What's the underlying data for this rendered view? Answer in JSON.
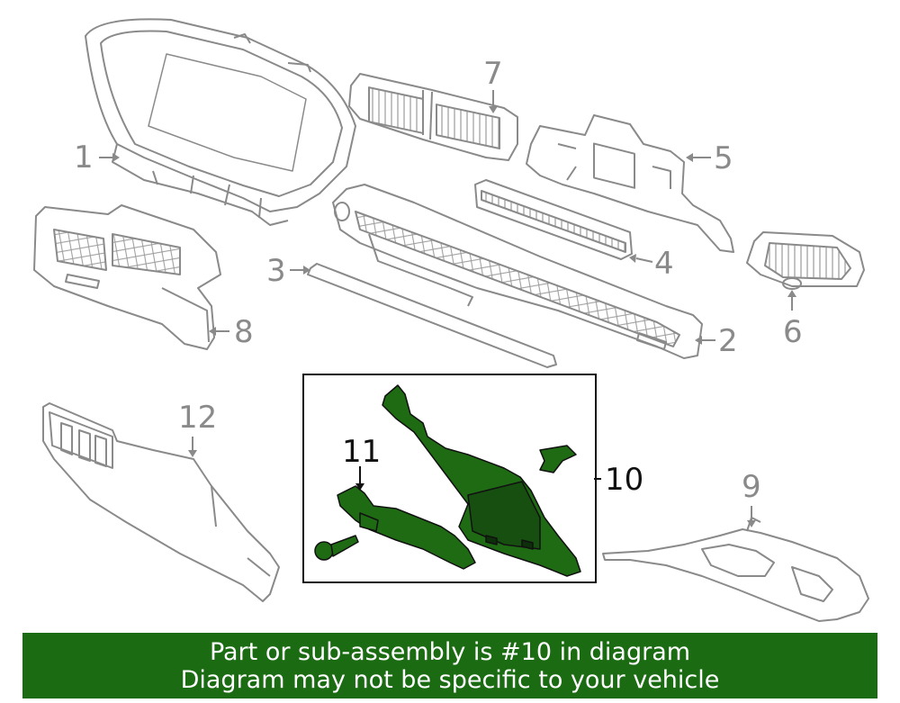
{
  "callouts": {
    "c1": "1",
    "c2": "2",
    "c3": "3",
    "c4": "4",
    "c5": "5",
    "c6": "6",
    "c7": "7",
    "c8": "8",
    "c9": "9",
    "c10": "10",
    "c11": "11",
    "c12": "12"
  },
  "banner": {
    "line1": "Part or sub-assembly is #10 in diagram",
    "line2": "Diagram may not be specific to your vehicle"
  },
  "colors": {
    "part_outline": "#8a8a8a",
    "highlight_fill": "#1f6b14",
    "banner_bg": "#1a6b12",
    "banner_text": "#ffffff"
  }
}
